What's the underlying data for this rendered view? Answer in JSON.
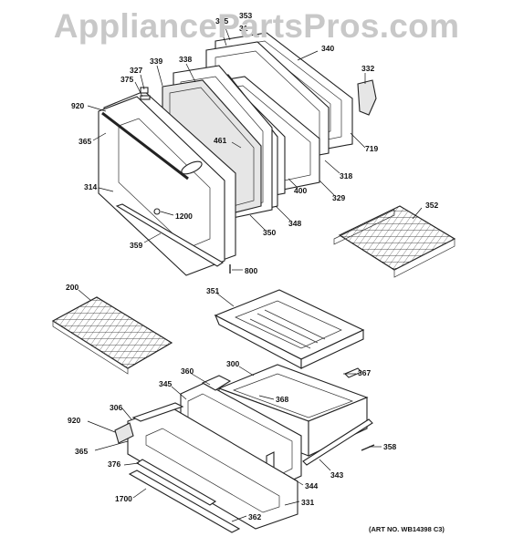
{
  "watermark": "AppliancePartsPros.com",
  "art_number": "(ART NO. WB14398 C3)",
  "callouts": {
    "c315": "315",
    "c353": "353",
    "c31": "31",
    "c340": "340",
    "c332": "332",
    "c339": "339",
    "c338": "338",
    "c327": "327",
    "c375": "375",
    "c920a": "920",
    "c365a": "365",
    "c461": "461",
    "c719": "719",
    "c318": "318",
    "c400": "400",
    "c329": "329",
    "c314": "314",
    "c1200": "1200",
    "c348": "348",
    "c350": "350",
    "c359": "359",
    "c352": "352",
    "c800": "800",
    "c200": "200",
    "c351": "351",
    "c300": "300",
    "c360": "360",
    "c367": "367",
    "c345": "345",
    "c368": "368",
    "c306": "306",
    "c920b": "920",
    "c365b": "365",
    "c358": "358",
    "c376": "376",
    "c344": "344",
    "c343": "343",
    "c1700": "1700",
    "c331": "331",
    "c362": "362"
  }
}
